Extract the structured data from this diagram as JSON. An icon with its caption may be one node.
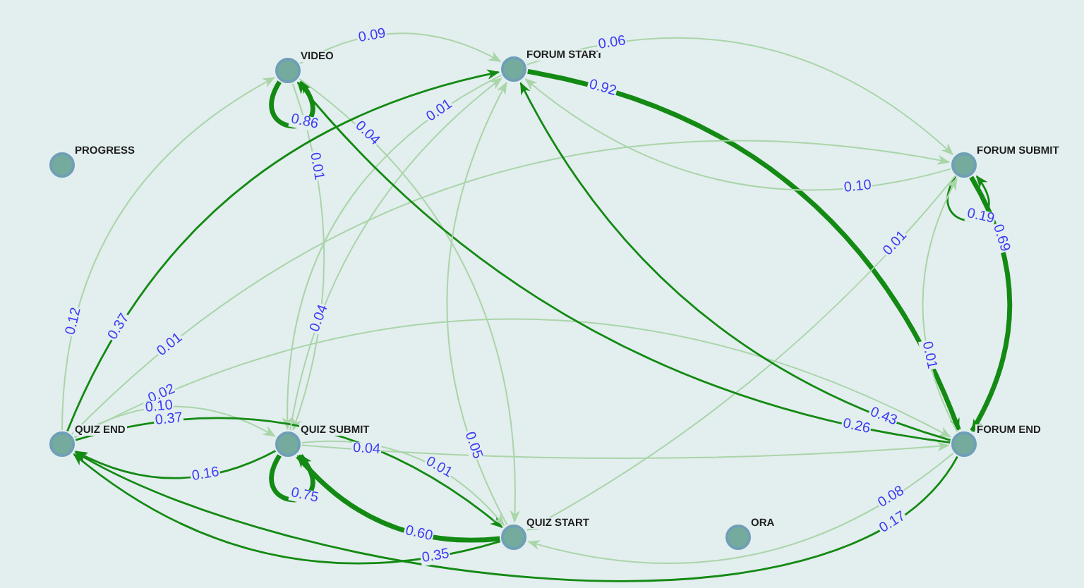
{
  "diagram": {
    "nodes": [
      {
        "text": [],
        "shape": "circle",
        "beside": [
          "VIDEO"
        ]
      },
      {
        "text": [],
        "shape": "circle",
        "beside": [
          "FORUM START"
        ]
      },
      {
        "text": [],
        "shape": "circle",
        "beside": [
          "PROGRESS"
        ]
      },
      {
        "text": [],
        "shape": "circle",
        "beside": [
          "FORUM SUBMIT"
        ]
      },
      {
        "text": [],
        "shape": "circle",
        "beside": [
          "QUIZ END"
        ]
      },
      {
        "text": [],
        "shape": "circle",
        "beside": [
          "QUIZ SUBMIT"
        ]
      },
      {
        "text": [],
        "shape": "circle",
        "beside": [
          "FORUM END"
        ]
      },
      {
        "text": [],
        "shape": "circle",
        "beside": [
          "QUIZ START"
        ]
      },
      {
        "text": [],
        "shape": "circle",
        "beside": [
          "ORA"
        ]
      }
    ],
    "edges": [
      {
        "from": 0,
        "to": 0,
        "arrow": "to",
        "label": "0.86",
        "style": "thick",
        "color": "#138a13"
      },
      {
        "from": 0,
        "to": 1,
        "arrow": "to",
        "label": "0.09"
      },
      {
        "from": 0,
        "to": 7,
        "arrow": "to",
        "label": "0.04"
      },
      {
        "from": 0,
        "to": 5,
        "arrow": "to",
        "label": "0.01"
      },
      {
        "from": 1,
        "to": 6,
        "arrow": "to",
        "label": "0.92",
        "style": "thick",
        "color": "#138a13"
      },
      {
        "from": 1,
        "to": 3,
        "arrow": "to",
        "label": "0.06"
      },
      {
        "from": 1,
        "to": 5,
        "arrow": "to",
        "label": "0.01"
      },
      {
        "from": 3,
        "to": 3,
        "arrow": "to",
        "label": "0.19",
        "color": "#138a13"
      },
      {
        "from": 3,
        "to": 6,
        "arrow": "to",
        "label": "0.69",
        "style": "thick",
        "color": "#138a13"
      },
      {
        "from": 3,
        "to": 1,
        "arrow": "to",
        "label": "0.10"
      },
      {
        "from": 3,
        "to": 7,
        "arrow": "to",
        "label": "0.01"
      },
      {
        "from": 4,
        "to": 0,
        "arrow": "to",
        "label": "0.12"
      },
      {
        "from": 4,
        "to": 1,
        "arrow": "to",
        "label": "0.37",
        "color": "#138a13"
      },
      {
        "from": 4,
        "to": 3,
        "arrow": "to",
        "label": "0.01"
      },
      {
        "from": 4,
        "to": 6,
        "arrow": "to",
        "label": "0.02"
      },
      {
        "from": 4,
        "to": 5,
        "arrow": "to",
        "label": "0.10"
      },
      {
        "from": 4,
        "to": 7,
        "arrow": "to",
        "label": "0.37",
        "color": "#138a13"
      },
      {
        "from": 5,
        "to": 5,
        "arrow": "to",
        "label": "0.75",
        "style": "thick",
        "color": "#138a13"
      },
      {
        "from": 5,
        "to": 4,
        "arrow": "to",
        "label": "0.16",
        "color": "#138a13"
      },
      {
        "from": 5,
        "to": 1,
        "arrow": "to",
        "label": "0.04"
      },
      {
        "from": 5,
        "to": 6,
        "arrow": "to",
        "label": "0.04"
      },
      {
        "from": 5,
        "to": 7,
        "arrow": "to",
        "label": "0.01"
      },
      {
        "from": 6,
        "to": 1,
        "arrow": "to",
        "label": "0.43",
        "color": "#138a13"
      },
      {
        "from": 6,
        "to": 0,
        "arrow": "to",
        "label": "0.26",
        "color": "#138a13"
      },
      {
        "from": 6,
        "to": 7,
        "arrow": "to",
        "label": "0.08"
      },
      {
        "from": 6,
        "to": 4,
        "arrow": "to",
        "label": "0.17",
        "color": "#138a13"
      },
      {
        "from": 6,
        "to": 3,
        "arrow": "to",
        "label": "0.01"
      },
      {
        "from": 7,
        "to": 5,
        "arrow": "to",
        "label": "0.60",
        "style": "thick",
        "color": "#138a13"
      },
      {
        "from": 7,
        "to": 4,
        "arrow": "to",
        "label": "0.35",
        "color": "#138a13"
      },
      {
        "from": 7,
        "to": 1,
        "arrow": "to",
        "label": "0.05"
      }
    ]
  }
}
